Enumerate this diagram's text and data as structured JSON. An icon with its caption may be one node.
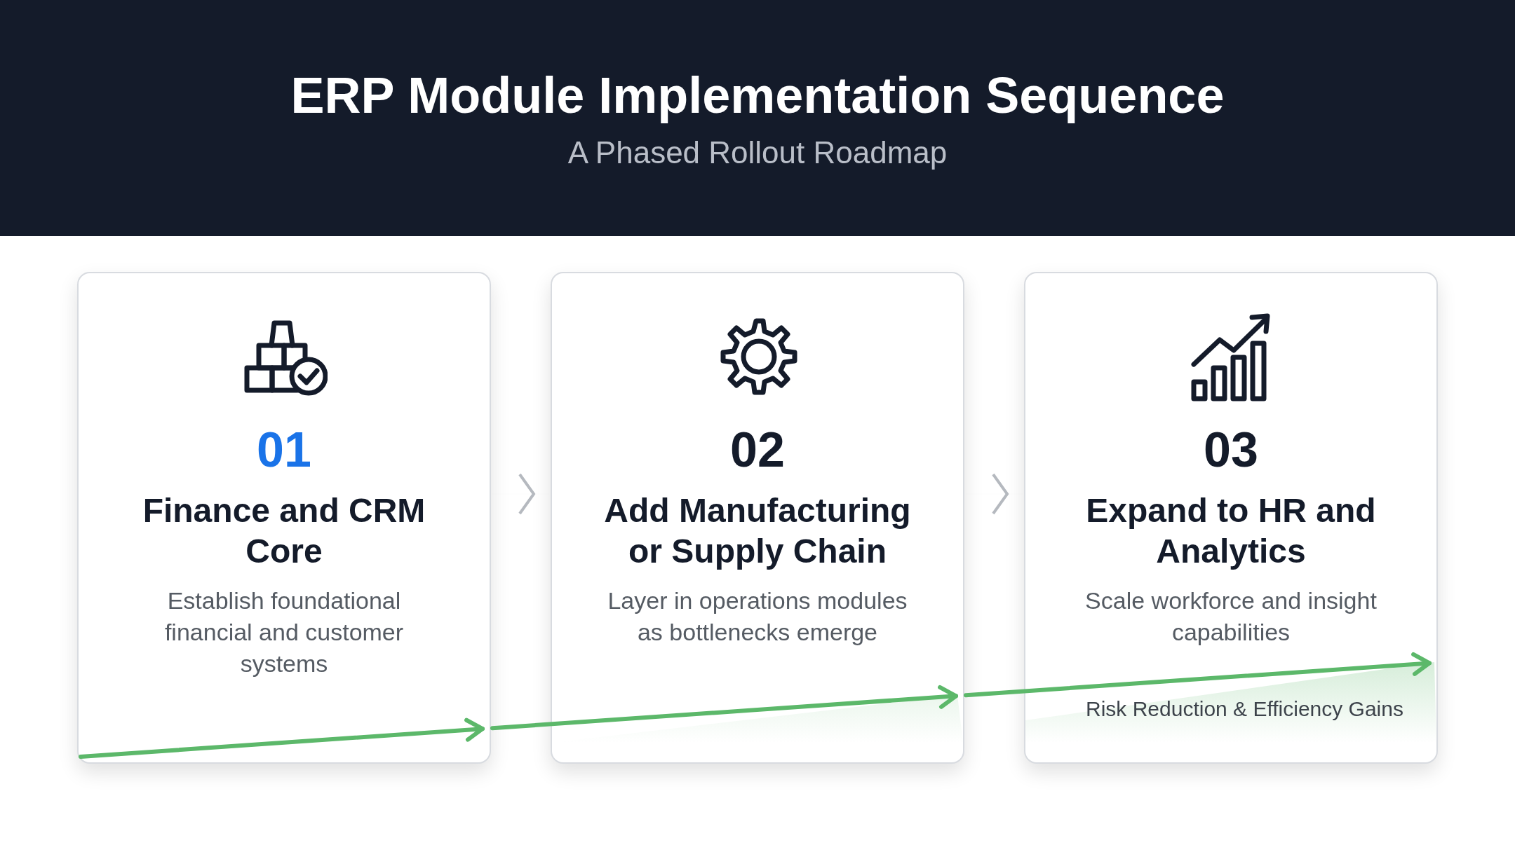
{
  "diagram": {
    "title": "ERP Module Implementation Sequence",
    "nodes": [
      {
        "text": [
          "01",
          "Finance and CRM Core",
          "Establish foundational financial and customer systems"
        ]
      },
      {
        "text": [
          "02",
          "Add Manufacturing or Supply Chain",
          "Layer in operations modules as bottlenecks emerge"
        ]
      },
      {
        "text": [
          "03",
          "Expand to HR and Analytics",
          "Scale workforce and insight capabilities"
        ]
      }
    ],
    "edges": [
      {
        "from": 0,
        "to": 1,
        "arrow": "to"
      },
      {
        "from": 1,
        "to": 2,
        "arrow": "to"
      },
      {
        "from": null,
        "to": 0,
        "arrow": "to",
        "color": "#5cb86a"
      },
      {
        "from": 0,
        "to": 1,
        "arrow": "to",
        "color": "#5cb86a"
      },
      {
        "from": 1,
        "to": 2,
        "arrow": "to",
        "color": "#5cb86a"
      }
    ],
    "labels": [
      "A Phased Rollout Roadmap",
      "Risk Reduction & Efficiency Gains"
    ]
  }
}
